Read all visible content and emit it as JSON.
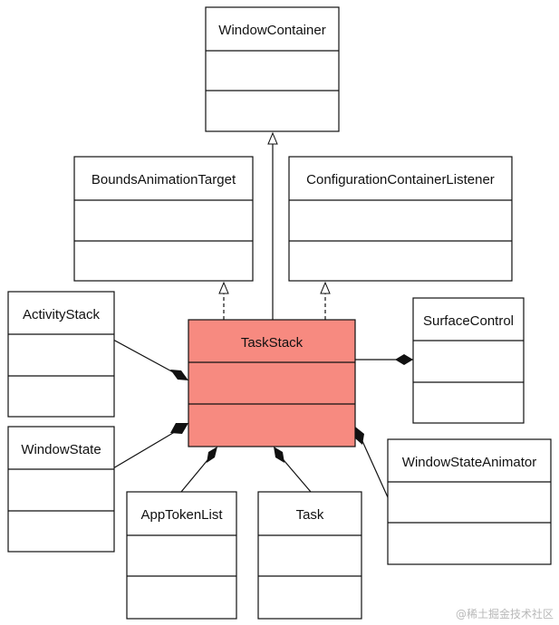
{
  "diagram": {
    "classes": {
      "window_container": "WindowContainer",
      "bounds_animation_target": "BoundsAnimationTarget",
      "configuration_container_listener": "ConfigurationContainerListener",
      "activity_stack": "ActivityStack",
      "task_stack": "TaskStack",
      "surface_control": "SurfaceControl",
      "window_state": "WindowState",
      "window_state_animator": "WindowStateAnimator",
      "app_token_list": "AppTokenList",
      "task": "Task"
    },
    "highlight_color": "#f78a80",
    "line_color": "#111111"
  },
  "watermark": "@稀土掘金技术社区"
}
